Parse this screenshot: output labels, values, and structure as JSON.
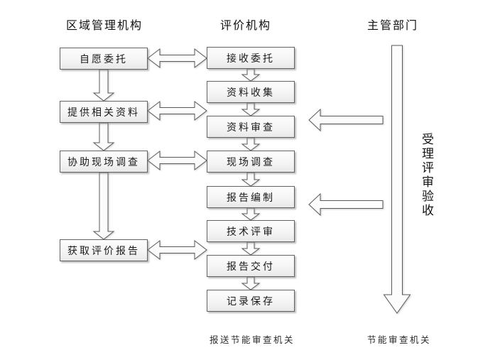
{
  "diagram": {
    "columns": [
      {
        "title": "区域管理机构"
      },
      {
        "title": "评价机构"
      },
      {
        "title": "主管部门"
      }
    ],
    "left_boxes": [
      {
        "label": "自愿委托"
      },
      {
        "label": "提供相关资料"
      },
      {
        "label": "协助现场调查"
      },
      {
        "label": "获取评价报告"
      }
    ],
    "middle_boxes": [
      {
        "label": "接收委托"
      },
      {
        "label": "资料收集"
      },
      {
        "label": "资料审查"
      },
      {
        "label": "现场调查"
      },
      {
        "label": "报告编制"
      },
      {
        "label": "技术评审"
      },
      {
        "label": "报告交付"
      },
      {
        "label": "记录保存"
      }
    ],
    "side_note": "受理评审验收",
    "footnotes": [
      {
        "text": "报送节能审查机关"
      },
      {
        "text": "节能审查机关"
      }
    ],
    "colors": {
      "background": "#ffffff",
      "box_border": "#636363",
      "arrow_outline": "#5a5a5a",
      "text": "#1a1a1a"
    }
  }
}
